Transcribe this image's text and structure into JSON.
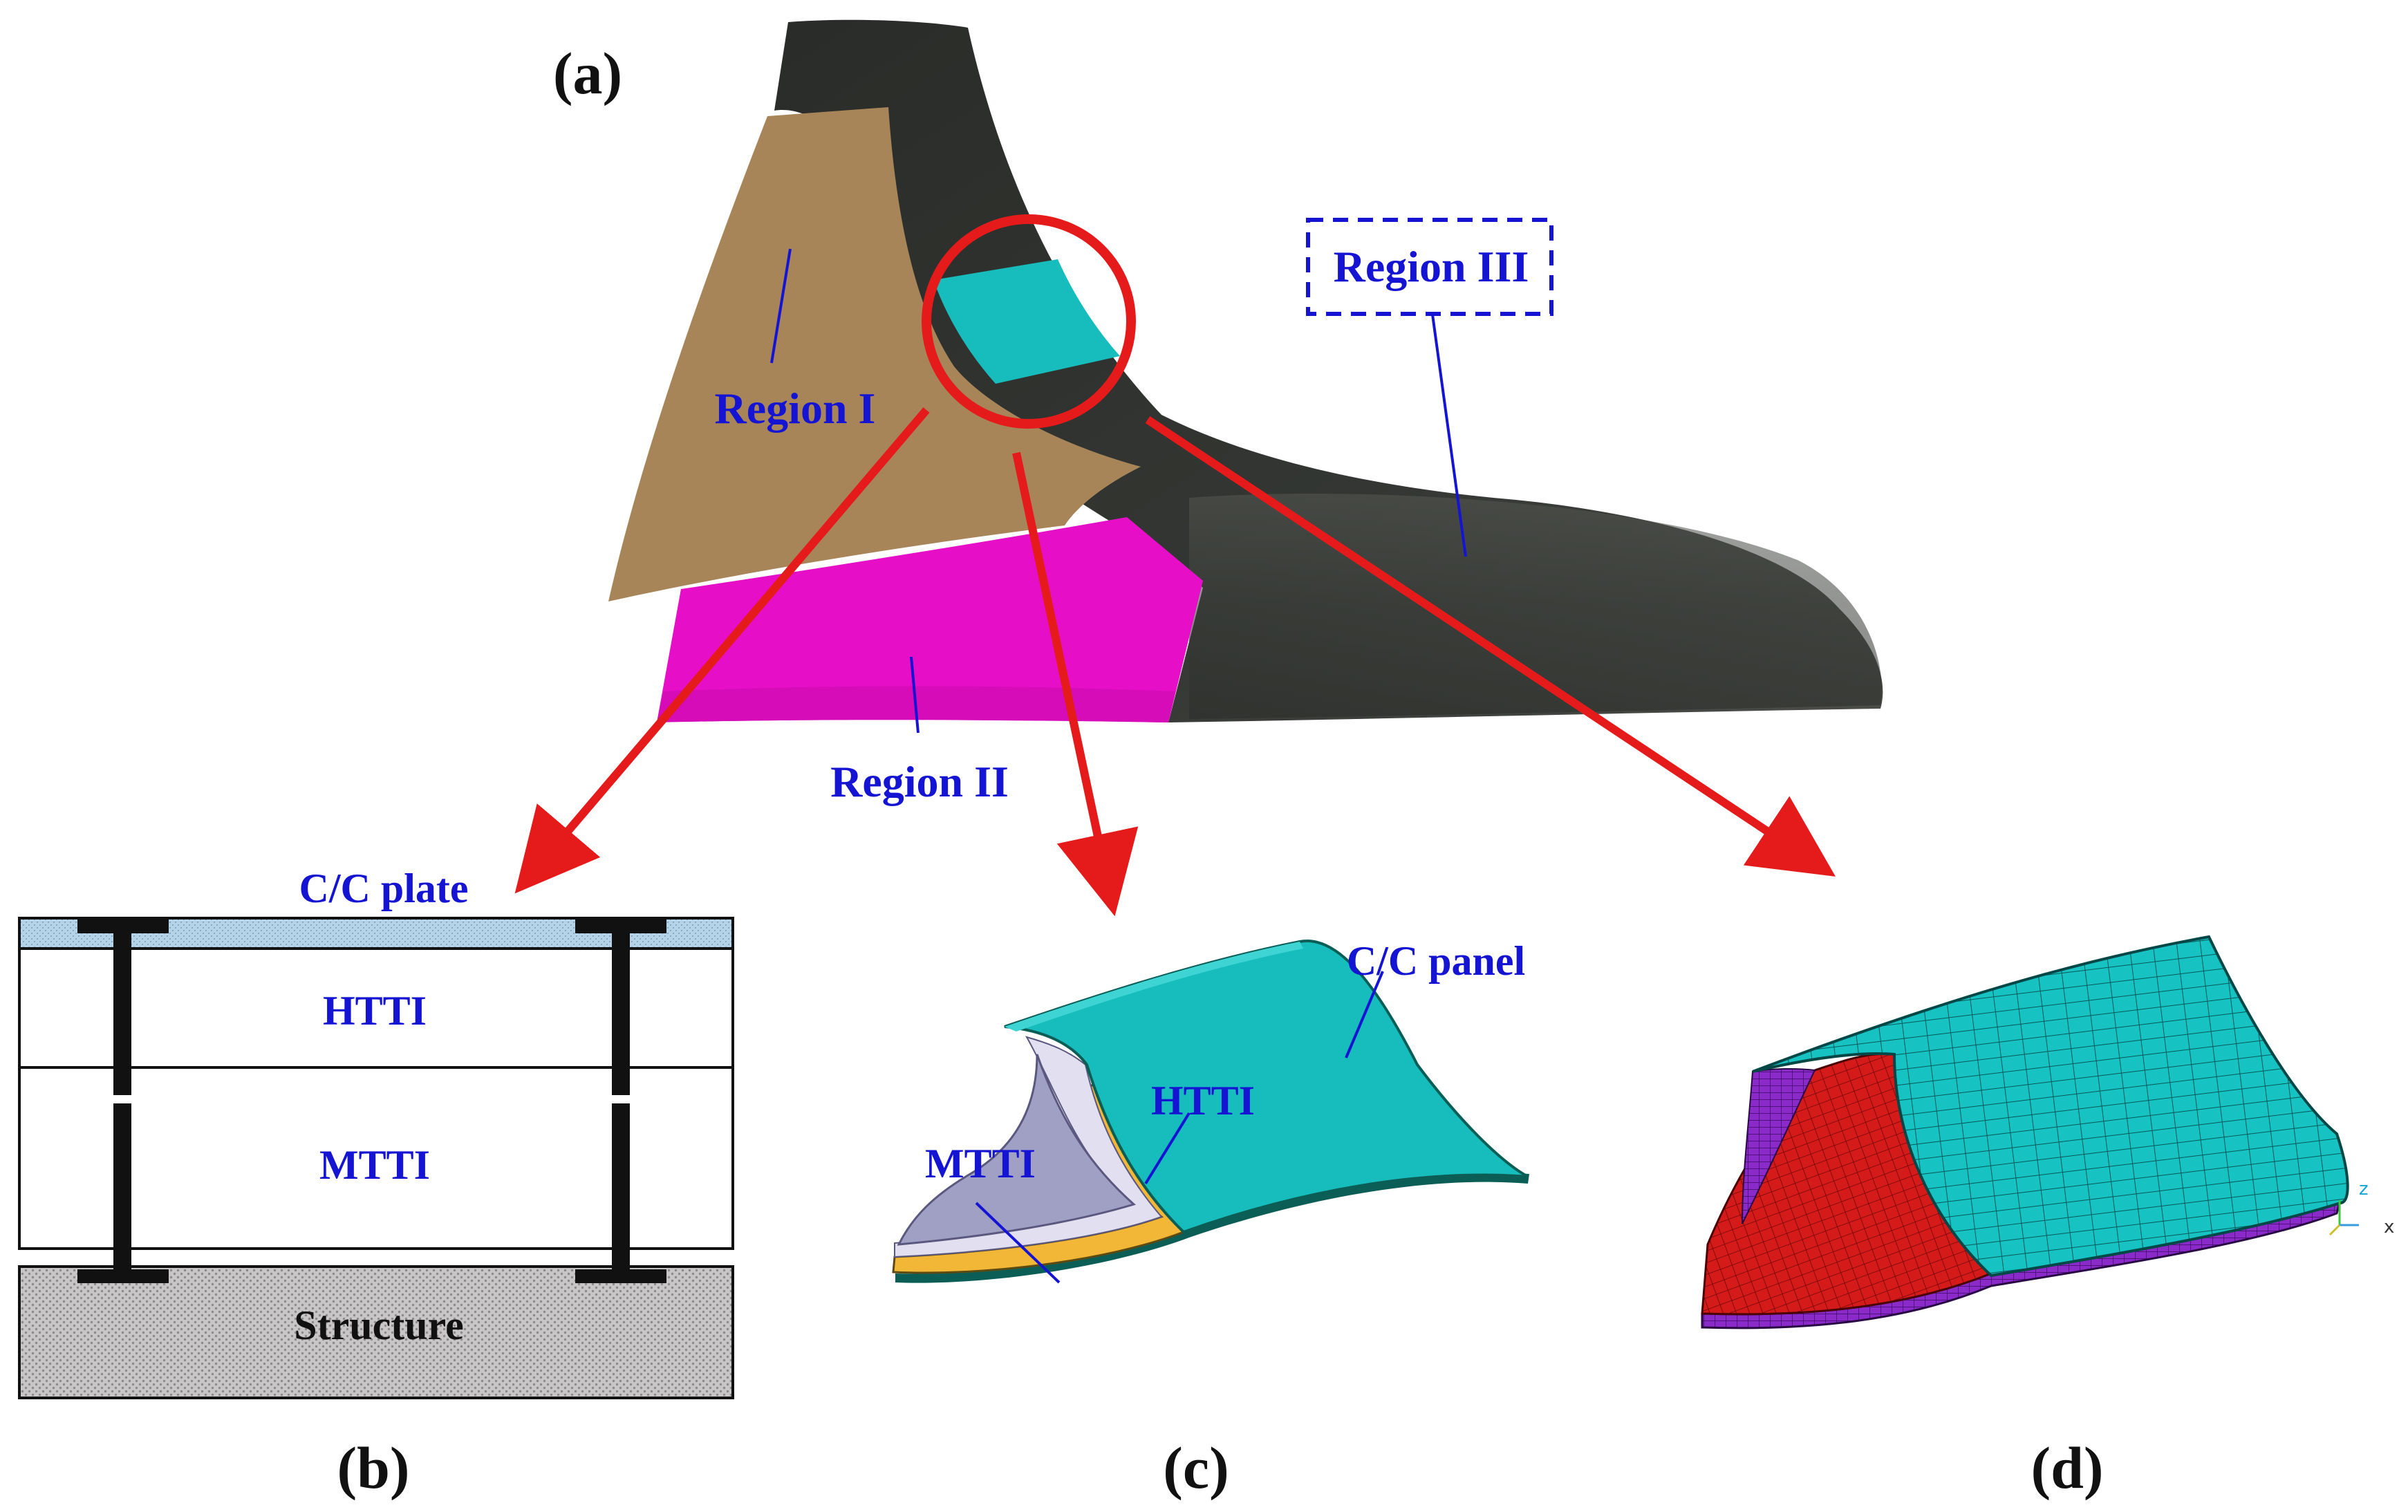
{
  "panel_labels": {
    "a": "(a)",
    "b": "(b)",
    "c": "(c)",
    "d": "(d)"
  },
  "regions": {
    "region1": "Region I",
    "region2": "Region II",
    "region3": "Region III"
  },
  "tps_section": {
    "top_plate": "C/C plate",
    "layer_upper": "HTTI",
    "layer_lower": "MTTI",
    "base": "Structure"
  },
  "model3d": {
    "panel": "C/C panel",
    "inner_layer": "HTTI",
    "outer_layer": "MTTI"
  },
  "triad": {
    "z": "z",
    "x": "x"
  },
  "colors": {
    "vehicle_dark": "#2d302c",
    "region1": "#a88559",
    "region2": "#e60fc7",
    "highlight_cyan": "#17bdbd",
    "arrow_red": "#e51b1b",
    "label_blue": "#1414d2",
    "htti_yellow": "#f2b736",
    "mtti_gray": "#9fa0c4",
    "mesh_red": "#d51a1a",
    "mesh_purple": "#8a2ac8"
  }
}
